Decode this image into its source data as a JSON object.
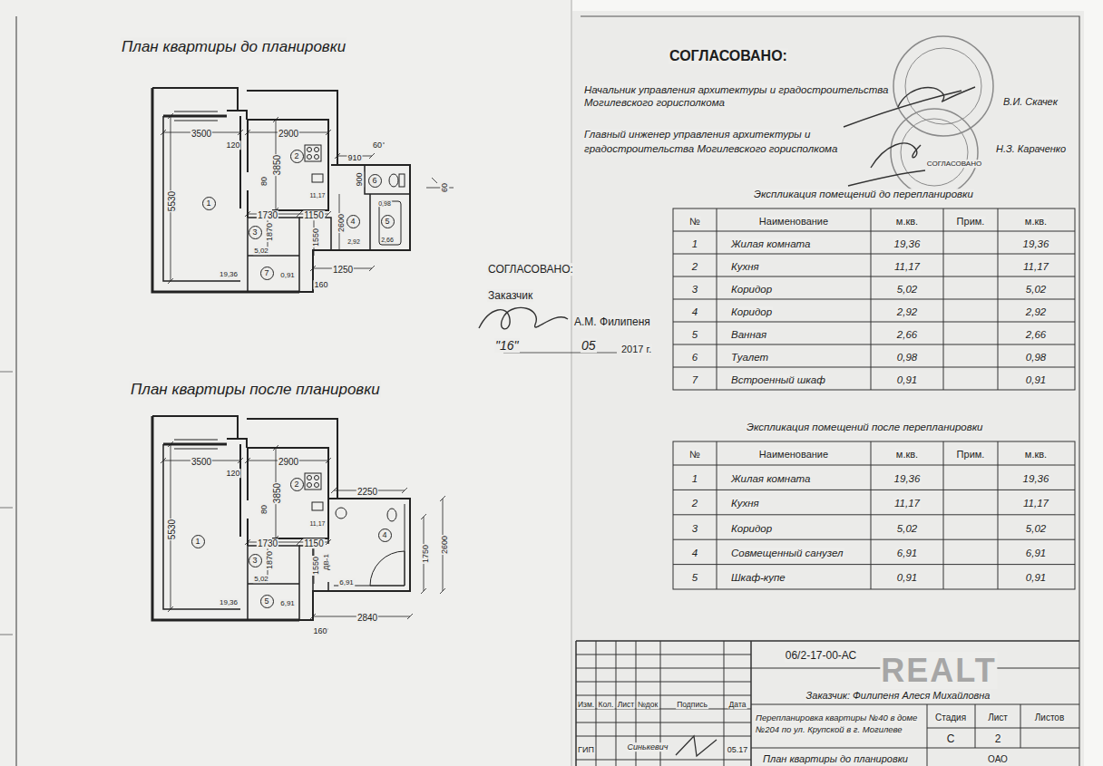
{
  "diagram": {
    "nodes": [
      {
        "text": [
          "1"
        ]
      },
      {
        "text": [
          "2"
        ]
      },
      {
        "text": [
          "3"
        ]
      },
      {
        "text": [
          "4"
        ]
      },
      {
        "text": [
          "5"
        ]
      },
      {
        "text": [
          "6"
        ]
      },
      {
        "text": [
          "7"
        ]
      },
      {
        "text": [
          "1"
        ]
      },
      {
        "text": [
          "2"
        ]
      },
      {
        "text": [
          "3"
        ]
      },
      {
        "text": [
          "4"
        ]
      },
      {
        "text": [
          "5"
        ]
      }
    ],
    "labels": [
      "План квартиры до планировки",
      "3500",
      "120",
      "2900",
      "3850",
      "5530",
      "910",
      "60",
      "60",
      "80",
      "11,17",
      "0,98",
      "900",
      "1730",
      "1150",
      "2600",
      "1870",
      "1550",
      "5,02",
      "2,92",
      "2,66",
      "19,36",
      "0,91",
      "1250",
      "160",
      "СОГЛАСОВАНО:",
      "Заказчик",
      "А.М. Филипеня",
      "\"16\"",
      "05",
      "2017 г.",
      "СОГЛАСОВАНО:",
      "Начальник управления архитектуры и градостроительства",
      "Могилевского горисполкома",
      "В.И. Скачек",
      "Главный инженер управления архитектуры и",
      "градостроительства Могилевского горисполкома",
      "Н.З. Караченко",
      "СОГЛАСОВАНО",
      "Экспликация помещений до перепланировки",
      "№",
      "Наименование",
      "м.кв.",
      "Прим.",
      "м.кв.",
      "1",
      "Жилая комната",
      "19,36",
      "19,36",
      "2",
      "Кухня",
      "11,17",
      "11,17",
      "3",
      "Коридор",
      "5,02",
      "5,02",
      "4",
      "Коридор",
      "2,92",
      "2,92",
      "5",
      "Ванная",
      "2,66",
      "2,66",
      "6",
      "Туалет",
      "0,98",
      "0,98",
      "7",
      "Встроенный шкаф",
      "0,91",
      "0,91",
      "Экспликация помещений после перепланировки",
      "№",
      "Наименование",
      "м.кв.",
      "Прим.",
      "м.кв.",
      "1",
      "Жилая комната",
      "19,36",
      "19,36",
      "2",
      "Кухня",
      "11,17",
      "11,17",
      "3",
      "Коридор",
      "5,02",
      "5,02",
      "4",
      "Совмещенный санузел",
      "6,91",
      "6,91",
      "5",
      "Шкаф-купе",
      "0,91",
      "0,91",
      "Изм.",
      "Кол.",
      "Лист",
      "№док",
      "Подпись",
      "Дата",
      "ГИП",
      "Синькевич",
      "05.17",
      "06/2-17-00-АС",
      "REALT",
      "Заказчик: Филипеня Алеся Михайловна",
      "Перепланировка квартиры №40 в доме",
      "№204 по ул. Крупской в г. Могилеве",
      "Стадия",
      "Лист",
      "Листов",
      "С",
      "2",
      "План квартиры до планировки",
      "ОАО",
      "План квартиры после планировки",
      "3500",
      "120",
      "2900",
      "3850",
      "5530",
      "2250",
      "80",
      "11,17",
      "1730",
      "1150",
      "1870",
      "1550",
      "ДВ-1",
      "5,02",
      "19,36",
      "6,91",
      "6,91",
      "1750",
      "2600",
      "2840",
      "160"
    ]
  }
}
